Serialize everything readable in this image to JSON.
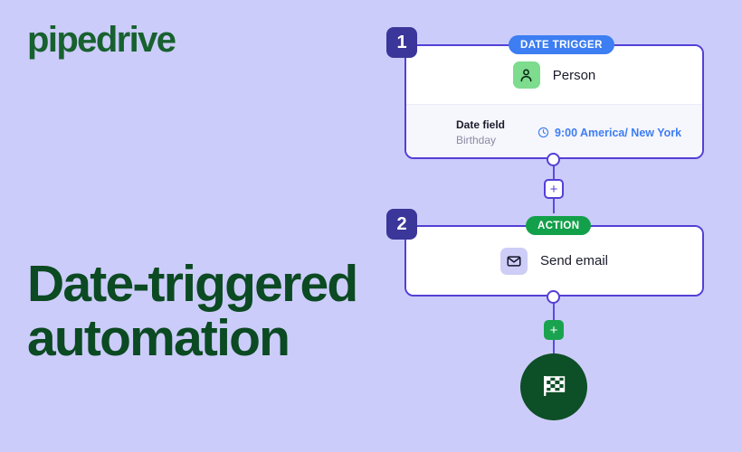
{
  "brand": {
    "logo_text": "pipedrive",
    "logo_color": "#17612f",
    "background_color": "#ccccfa"
  },
  "headline": {
    "text": "Date-triggered automation",
    "color": "#0b4a22"
  },
  "flow": {
    "steps": [
      {
        "number": "1",
        "pill_label": "DATE TRIGGER",
        "pill_color": "#3d7ef2",
        "node_icon": "person-icon",
        "node_label": "Person",
        "icon_bg": "#7ddc8e",
        "details": {
          "field_name": "Date field",
          "field_value": "Birthday",
          "time_icon": "clock-icon",
          "time_text": "9:00 America/ New York",
          "time_color": "#3d7ef2"
        }
      },
      {
        "number": "2",
        "pill_label": "ACTION",
        "pill_color": "#13a04a",
        "node_icon": "envelope-icon",
        "node_label": "Send email",
        "icon_bg": "#cdcdf7"
      }
    ],
    "connectors": {
      "add_step_label": "+",
      "add_step_label_2": "+"
    },
    "finish": {
      "icon": "checkered-flag-icon",
      "color": "#0d4f26"
    }
  }
}
